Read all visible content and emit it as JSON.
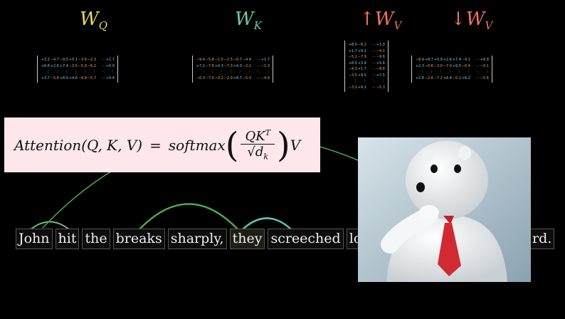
{
  "headers": {
    "wq": {
      "base": "W",
      "sub": "Q",
      "color": "#e8d96a"
    },
    "wk": {
      "base": "W",
      "sub": "K",
      "color": "#6fc9a3"
    },
    "wv_up": {
      "base": "↑W",
      "sub": "V",
      "color": "#f0735f"
    },
    "wv_down": {
      "base": "↓W",
      "sub": "V",
      "color": "#f0735f"
    }
  },
  "matrices": {
    "wq": [
      [
        "+3.2",
        "−4.7",
        "−9.5",
        "+5.1",
        "−3.6",
        "−2.3",
        "⋯",
        "+1.7"
      ],
      [
        "+6.6",
        "+2.6",
        "+7.4",
        "−3.5",
        "−5.9",
        "−6.2",
        "⋯",
        "+0.0"
      ],
      [
        "⋮",
        "⋮",
        "⋮",
        "⋮",
        "⋮",
        "⋮",
        "⋱",
        "⋮"
      ],
      [
        "+3.7",
        "−5.6",
        "+8.9",
        "+4.6",
        "−4.9",
        "−5.7",
        "⋯",
        "+0.4"
      ]
    ],
    "wk": [
      [
        "−9.4",
        "−5.8",
        "−1.5",
        "−2.5",
        "−0.7",
        "−4.4",
        "⋯",
        "+1.7"
      ],
      [
        "+7.2",
        "−7.6",
        "+0.3",
        "−7.3",
        "+4.3",
        "−2.1",
        "⋯",
        "−1.3"
      ],
      [
        "⋮",
        "⋮",
        "⋮",
        "⋮",
        "⋮",
        "⋮",
        "⋱",
        "⋮"
      ],
      [
        "−6.3",
        "−7.0",
        "−0.2",
        "−2.9",
        "+8.7",
        "−5.3",
        "⋯",
        "−4.9"
      ]
    ],
    "wv_up": [
      [
        "+8.0",
        "−8.2",
        "⋯",
        "+1.0"
      ],
      [
        "+1.7",
        "+9.1",
        "⋯",
        "−4.1"
      ],
      [
        "−5.1",
        "−7.9",
        "⋯",
        "−9.6"
      ],
      [
        "+8.5",
        "+3.4",
        "⋯",
        "+5.6"
      ],
      [
        "−4.3",
        "+1.7",
        "⋯",
        "−8.6"
      ],
      [
        "−3.5",
        "+9.5",
        "⋯",
        "+7.5"
      ],
      [
        "⋮",
        "⋮",
        "⋱",
        "⋮"
      ],
      [
        "−3.2",
        "+9.1",
        "⋯",
        "−5.3"
      ]
    ],
    "wv_down": [
      [
        "−8.9",
        "+8.7",
        "+5.9",
        "+2.6",
        "+7.4",
        "−4.1",
        "⋯",
        "+6.9"
      ],
      [
        "+2.3",
        "−0.6",
        "−3.0",
        "−7.0",
        "+9.5",
        "−0.4",
        "⋯",
        "−0.1"
      ],
      [
        "⋮",
        "⋮",
        "⋮",
        "⋮",
        "⋮",
        "⋮",
        "⋱",
        "⋮"
      ],
      [
        "+2.8",
        "−2.6",
        "−7.2",
        "+6.4",
        "−5.1",
        "+6.2",
        "⋯",
        "−5.6"
      ]
    ]
  },
  "formula": {
    "lhs": "Attention(Q, K, V)",
    "eq": "=",
    "fn": "softmax",
    "numerator": "QK",
    "numerator_sup": "T",
    "denominator": "√d",
    "denominator_sub": "k",
    "tail": "V"
  },
  "tokens": [
    {
      "text": "John",
      "highlight": false
    },
    {
      "text": "hit",
      "highlight": false
    },
    {
      "text": "the",
      "highlight": false
    },
    {
      "text": "breaks",
      "highlight": false
    },
    {
      "text": "sharply,",
      "highlight": false
    },
    {
      "text": "they",
      "highlight": true
    },
    {
      "text": "screeched",
      "highlight": false
    },
    {
      "text": "lou",
      "highlight": false
    }
  ],
  "trailing_token": "rd.",
  "photo": {
    "subject": "white mascot figure with red tie"
  }
}
